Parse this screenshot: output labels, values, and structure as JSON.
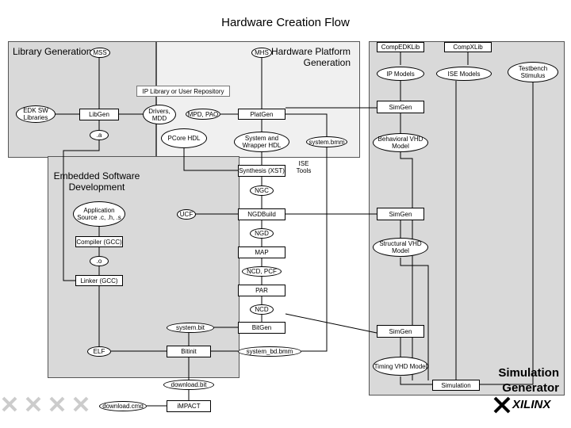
{
  "title": "Hardware Creation Flow",
  "regions": {
    "library_generation": "Library Generation",
    "hardware_platform_generation": "Hardware Platform Generation",
    "embedded_software_development": "Embedded Software Development",
    "simulation_generator": "Simulation Generator",
    "ip_library": "IP Library or User Repository",
    "ise_tools": "ISE Tools"
  },
  "nodes": {
    "mss": "MSS",
    "mhs": "MHS",
    "edk_sw_libraries": "EDK SW Libraries",
    "libgen": "LibGen",
    "a_file": ".a",
    "drivers_mdd": "Drivers, MDD",
    "mpd_pao": "MPD, PAO",
    "platgen": "PlatGen",
    "pcore_hdl": "PCore HDL",
    "system_wrapper_hdl": "System and Wrapper HDL",
    "system_bmm": "system.bmm",
    "synthesis_xst": "Synthesis (XST)",
    "ngc": "NGC",
    "app_source": "Application Source .c, .h, .s",
    "ucf": "UCF",
    "ngdbuild": "NGDBuild",
    "ngd": "NGD",
    "compiler_gcc": "Compiler (GCC)",
    "map": "MAP",
    "o_file": ".o",
    "ncd_pcf": "NCD, PCF",
    "linker_gcc": "Linker (GCC)",
    "par": "PAR",
    "ncd": "NCD",
    "system_bit": "system.bit",
    "bitgen": "BitGen",
    "elf": "ELF",
    "bitinit": "Bitinit",
    "system_bd_bmm": "system_bd.bmm",
    "download_bit": "download.bit",
    "download_cmd": "download.cmd",
    "impact": "iMPACT",
    "compedklib": "CompEDKLib",
    "compxlib": "CompXLib",
    "ip_models": "IP Models",
    "ise_models": "ISE Models",
    "testbench_stimulus": "Testbench Stimulus",
    "simgen_1": "SimGen",
    "behavioral_vhd": "Behavioral VHD Model",
    "simgen_2": "SimGen",
    "structural_vhd": "Structural VHD Model",
    "simgen_3": "SimGen",
    "timing_vhd": "Timing VHD Model",
    "simulation": "Simulation"
  },
  "logo": "XILINX",
  "colors": {
    "region_gray": "#d9d9d9",
    "region_light": "#f0f0f0",
    "line": "#000000"
  }
}
